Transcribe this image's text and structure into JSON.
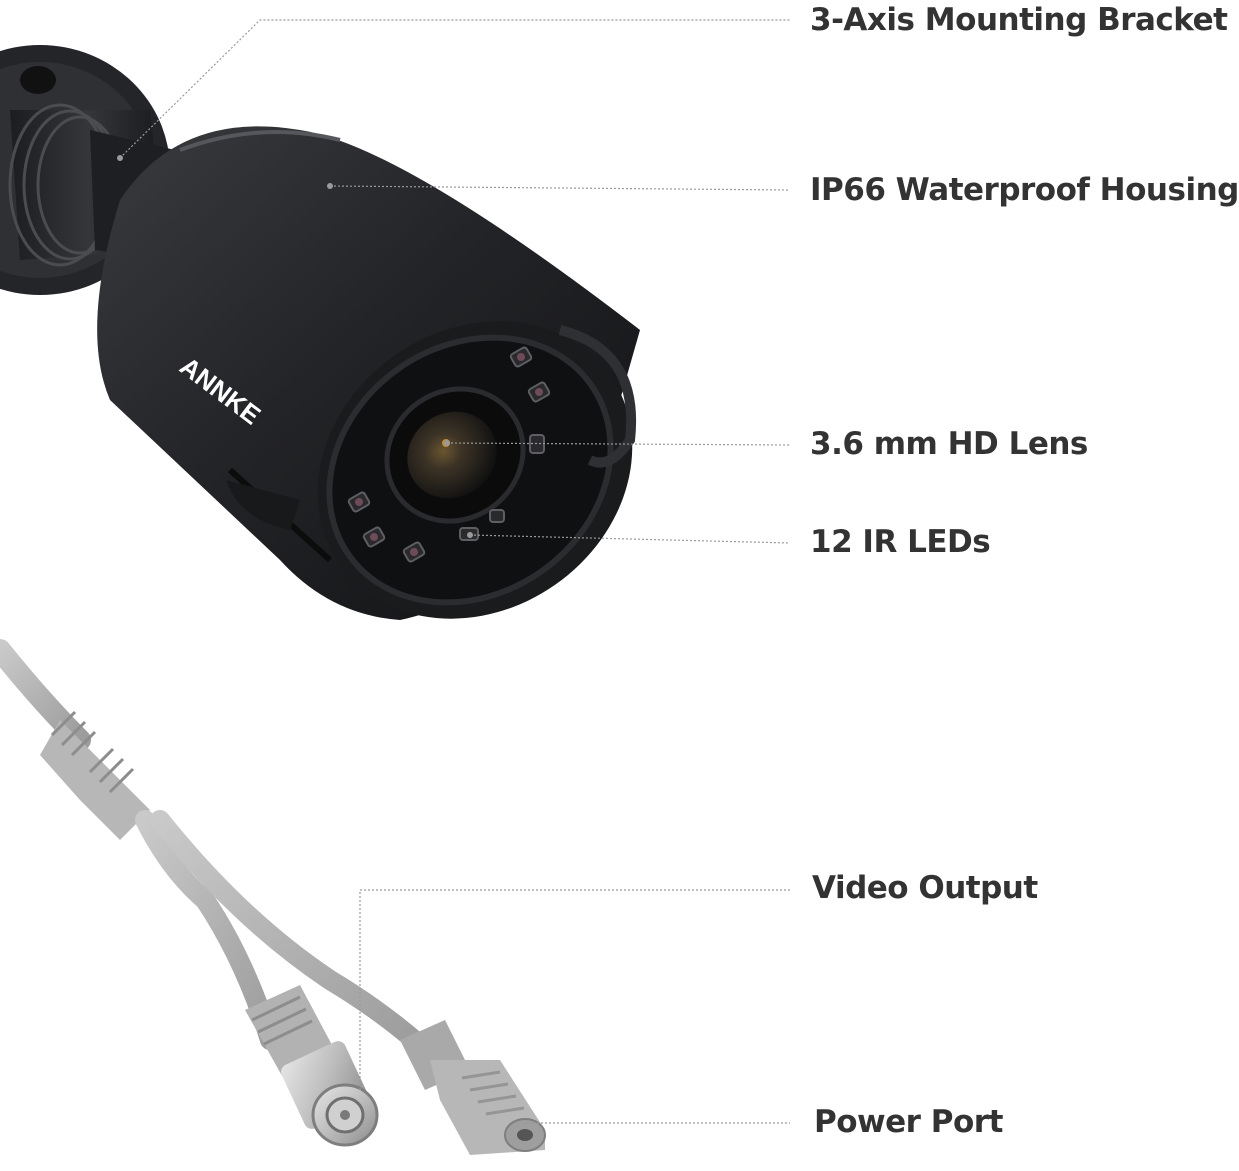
{
  "brand_logo": "ANNKE",
  "callouts": {
    "mounting_bracket": "3-Axis Mounting Bracket",
    "housing": "IP66 Waterproof Housing",
    "lens": "3.6 mm HD Lens",
    "ir_leds": "12 IR LEDs",
    "video_output": "Video Output",
    "power_port": "Power Port"
  },
  "colors": {
    "camera_body": "#232427",
    "cable": "#b5b5b5",
    "label_text": "#333333",
    "leader_line": "#9a9a9a",
    "ir_led": "#8a5a6a"
  },
  "icons": [
    "bullet-camera-illustration",
    "bnc-connector-icon",
    "dc-power-connector-icon"
  ]
}
